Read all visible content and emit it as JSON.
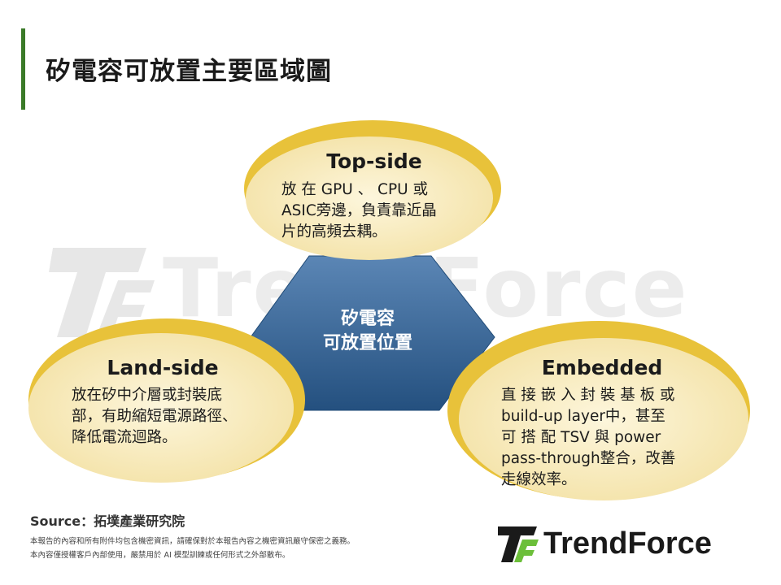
{
  "title": "矽電容可放置主要區域圖",
  "center": {
    "line1": "矽電容",
    "line2": "可放置位置"
  },
  "top_side": {
    "title": "Top-side",
    "lines": [
      "放 在 GPU 、 CPU 或",
      "ASIC旁邊，負責靠近晶",
      "片的高頻去耦。"
    ]
  },
  "land_side": {
    "title": "Land-side",
    "lines": [
      "放在矽中介層或封裝底",
      "部，有助縮短電源路徑、",
      "降低電流迴路。"
    ]
  },
  "embedded": {
    "title": "Embedded",
    "lines": [
      "直 接 嵌 入 封 裝 基 板 或",
      "build-up  layer中，甚至",
      "可 搭 配 TSV 與 power",
      "pass-through整合，改善",
      "走線效率。"
    ]
  },
  "source": "Source：拓墣產業研究院",
  "notes": [
    "本報告的內容和所有附件均包含機密資訊，請確保對於本報告內容之機密資訊嚴守保密之義務。",
    "本內容僅授權客戶內部使用，嚴禁用於 AI 模型訓練或任何形式之外部散布。"
  ],
  "logo_text": "TrendForce",
  "watermark_text": "TrendForce",
  "colors": {
    "accent_green": "#3a7a28",
    "center_blue": "#2f5f91",
    "bubble_gold": "#e8c23a",
    "bubble_fill": "#f7ebc2"
  }
}
